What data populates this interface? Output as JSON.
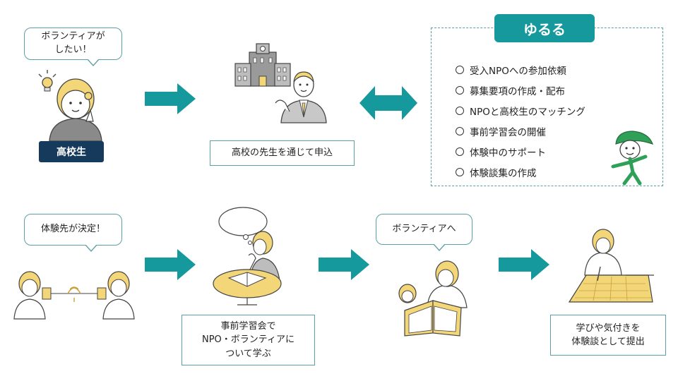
{
  "top_row": {
    "student_bubble": "ボランティアが\nしたい！",
    "student_badge": "高校生",
    "teacher_caption": "高校の先生を通じて申込"
  },
  "yururu": {
    "title": "ゆるる",
    "tasks": [
      "受入NPOへの参加依頼",
      "募集要項の作成・配布",
      "NPOと高校生のマッチング",
      "事前学習会の開催",
      "体験中のサポート",
      "体験談集の作成"
    ]
  },
  "bottom_row": {
    "decision_bubble": "体験先が決定！",
    "study_caption": "事前学習会で\nNPO・ボランティアに\nついて学ぶ",
    "volunteer_bubble": "ボランティアへ",
    "report_caption": "学びや気付きを\n体験談として提出"
  },
  "colors": {
    "arrow": "#15999c",
    "border": "#5aa0a6",
    "badge": "#163a5c",
    "accent_yellow": "#f3d678"
  }
}
